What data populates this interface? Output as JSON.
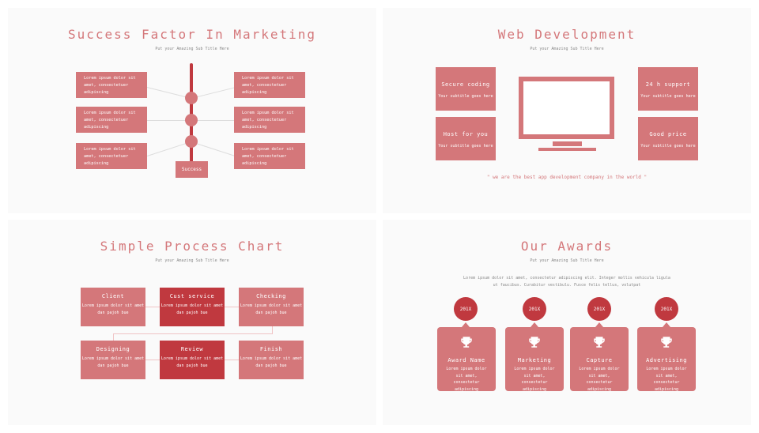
{
  "colors": {
    "primary": "#d4777a",
    "dark": "#c0393f"
  },
  "slide1": {
    "title": "Success Factor In Marketing",
    "subtitle": "Put your Amazing Sub Title Here",
    "box_text": "Lorem ipsum dolor sit amet, consectetuer adipiscing",
    "success": "Success"
  },
  "slide2": {
    "title": "Web Development",
    "subtitle": "Put your Amazing Sub Title Here",
    "features": [
      {
        "title": "Secure coding",
        "sub": "Your subtitle goes here"
      },
      {
        "title": "Host for you",
        "sub": "Your subtitle goes here"
      },
      {
        "title": "24 h support",
        "sub": "Your subtitle goes here"
      },
      {
        "title": "Good price",
        "sub": "Your subtitle goes here"
      }
    ],
    "quote": "\" we are the best app development company in the world \""
  },
  "slide3": {
    "title": "Simple Process Chart",
    "subtitle": "Put your Amazing Sub Title Here",
    "steps": [
      {
        "title": "Client",
        "text": "Lorem ipsum dolor sit amet dan pajoh bue"
      },
      {
        "title": "Cust service",
        "text": "Lorem ipsum dolor sit amet dan pajoh bue"
      },
      {
        "title": "Checking",
        "text": "Lorem ipsum dolor sit amet dan pajoh bue"
      },
      {
        "title": "Designing",
        "text": "Lorem ipsum dolor sit amet dan pajoh bue"
      },
      {
        "title": "Review",
        "text": "Lorem ipsum dolor sit amet dan pajoh bue"
      },
      {
        "title": "Finish",
        "text": "Lorem ipsum dolor sit amet dan pajoh bue"
      }
    ]
  },
  "slide4": {
    "title": "Our Awards",
    "subtitle": "Put your Amazing Sub Title Here",
    "intro": "Lorem ipsum dolor sit amet, consectetur adipiscing elit. Integer mollis vehicula ligula ut faucibus. Curabitur vestibulu. Fusce felis tellus, volutpat",
    "awards": [
      {
        "year": "201X",
        "name": "Award Name",
        "text": "Lorem ipsum dolor sit amet, consectetur adipiscing"
      },
      {
        "year": "201X",
        "name": "Marketing",
        "text": "Lorem ipsum dolor sit amet, consectetur adipiscing"
      },
      {
        "year": "201X",
        "name": "Capture",
        "text": "Lorem ipsum dolor sit amet, consectetur adipiscing"
      },
      {
        "year": "201X",
        "name": "Advertising",
        "text": "Lorem ipsum dolor sit amet, consectetur adipiscing"
      }
    ]
  }
}
